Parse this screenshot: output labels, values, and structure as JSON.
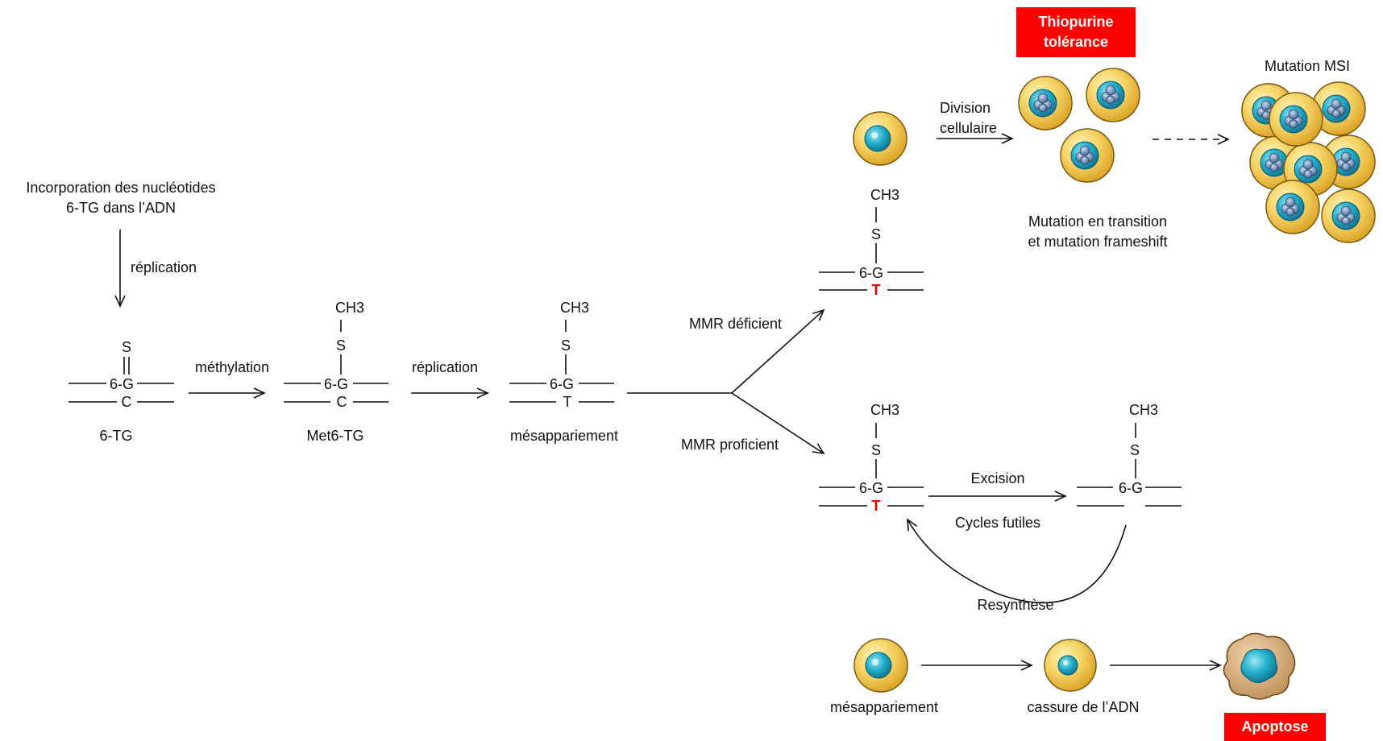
{
  "labels": {
    "incorporation": "Incorporation des nucléotides\n6-TG dans l’ADN",
    "replication_1": "réplication",
    "methylation": "méthylation",
    "replication_2": "réplication",
    "name_6tg": "6-TG",
    "name_met6tg": "Met6-TG",
    "name_mesappariement": "mésappariement",
    "mmr_deficient": "MMR déficient",
    "mmr_proficient": "MMR proficient",
    "division": "Division\ncellulaire",
    "mutation_transition": "Mutation en transition\net mutation frameshift",
    "mutation_msi": "Mutation MSI",
    "excision": "Excision",
    "cycles_futiles": "Cycles futiles",
    "resynthese": "Resynthèse",
    "bottom_mesappariement": "mésappariement",
    "cassure": "cassure de l’ADN"
  },
  "outcomes": {
    "thiopurine_tolerance": "Thiopurine\ntolérance",
    "apoptose": "Apoptose"
  },
  "structures": {
    "tg": {
      "top": "S",
      "base": "6-G",
      "pair": "C"
    },
    "met6tg": {
      "methyl": "CH3",
      "sulfur": "S",
      "base": "6-G",
      "pair": "C"
    },
    "mismatch": {
      "methyl": "CH3",
      "sulfur": "S",
      "base": "6-G",
      "pair": "T"
    },
    "deficient": {
      "methyl": "CH3",
      "sulfur": "S",
      "base": "6-G",
      "pair": "T"
    },
    "proficient": {
      "methyl": "CH3",
      "sulfur": "S",
      "base": "6-G",
      "pair": "T"
    },
    "excised": {
      "methyl": "CH3",
      "sulfur": "S",
      "base": "6-G"
    }
  },
  "colors": {
    "mutation_highlight": "#e00000",
    "outcome_box": "#ff0000",
    "cell_body": "#f5c84a",
    "cell_nucleus": "#1aa7c4",
    "cell_nucleus_dark": "#3f5b8a"
  }
}
